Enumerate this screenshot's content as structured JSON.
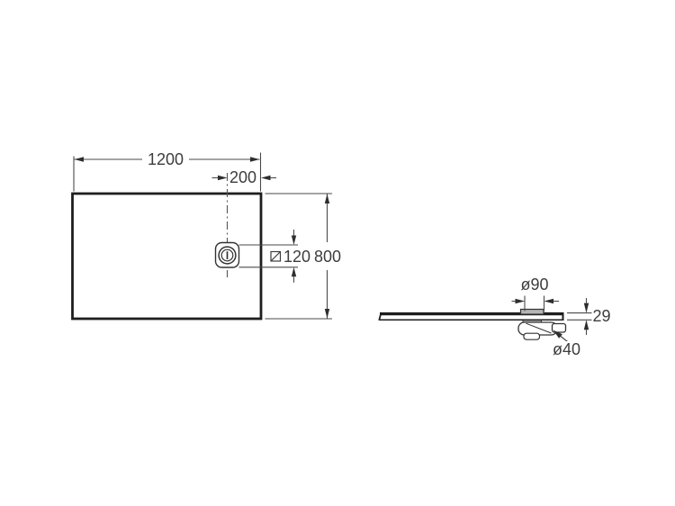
{
  "drawing_type": "shower-tray-dimension-drawing",
  "views": {
    "top": {
      "width": "1200",
      "drain_offset": "200",
      "drain_square": "120",
      "depth": "800"
    },
    "side": {
      "cover_diameter": "ø90",
      "tray_height": "29",
      "outlet_diameter": "ø40"
    }
  },
  "icons": {
    "square_section": "square-with-diagonal-slash"
  },
  "colors": {
    "outline": "#1e1e1e",
    "dimension_line": "#4a4a4a",
    "text": "#3d3d3d",
    "flange_fill": "#b5b5b5",
    "background": "#ffffff"
  }
}
